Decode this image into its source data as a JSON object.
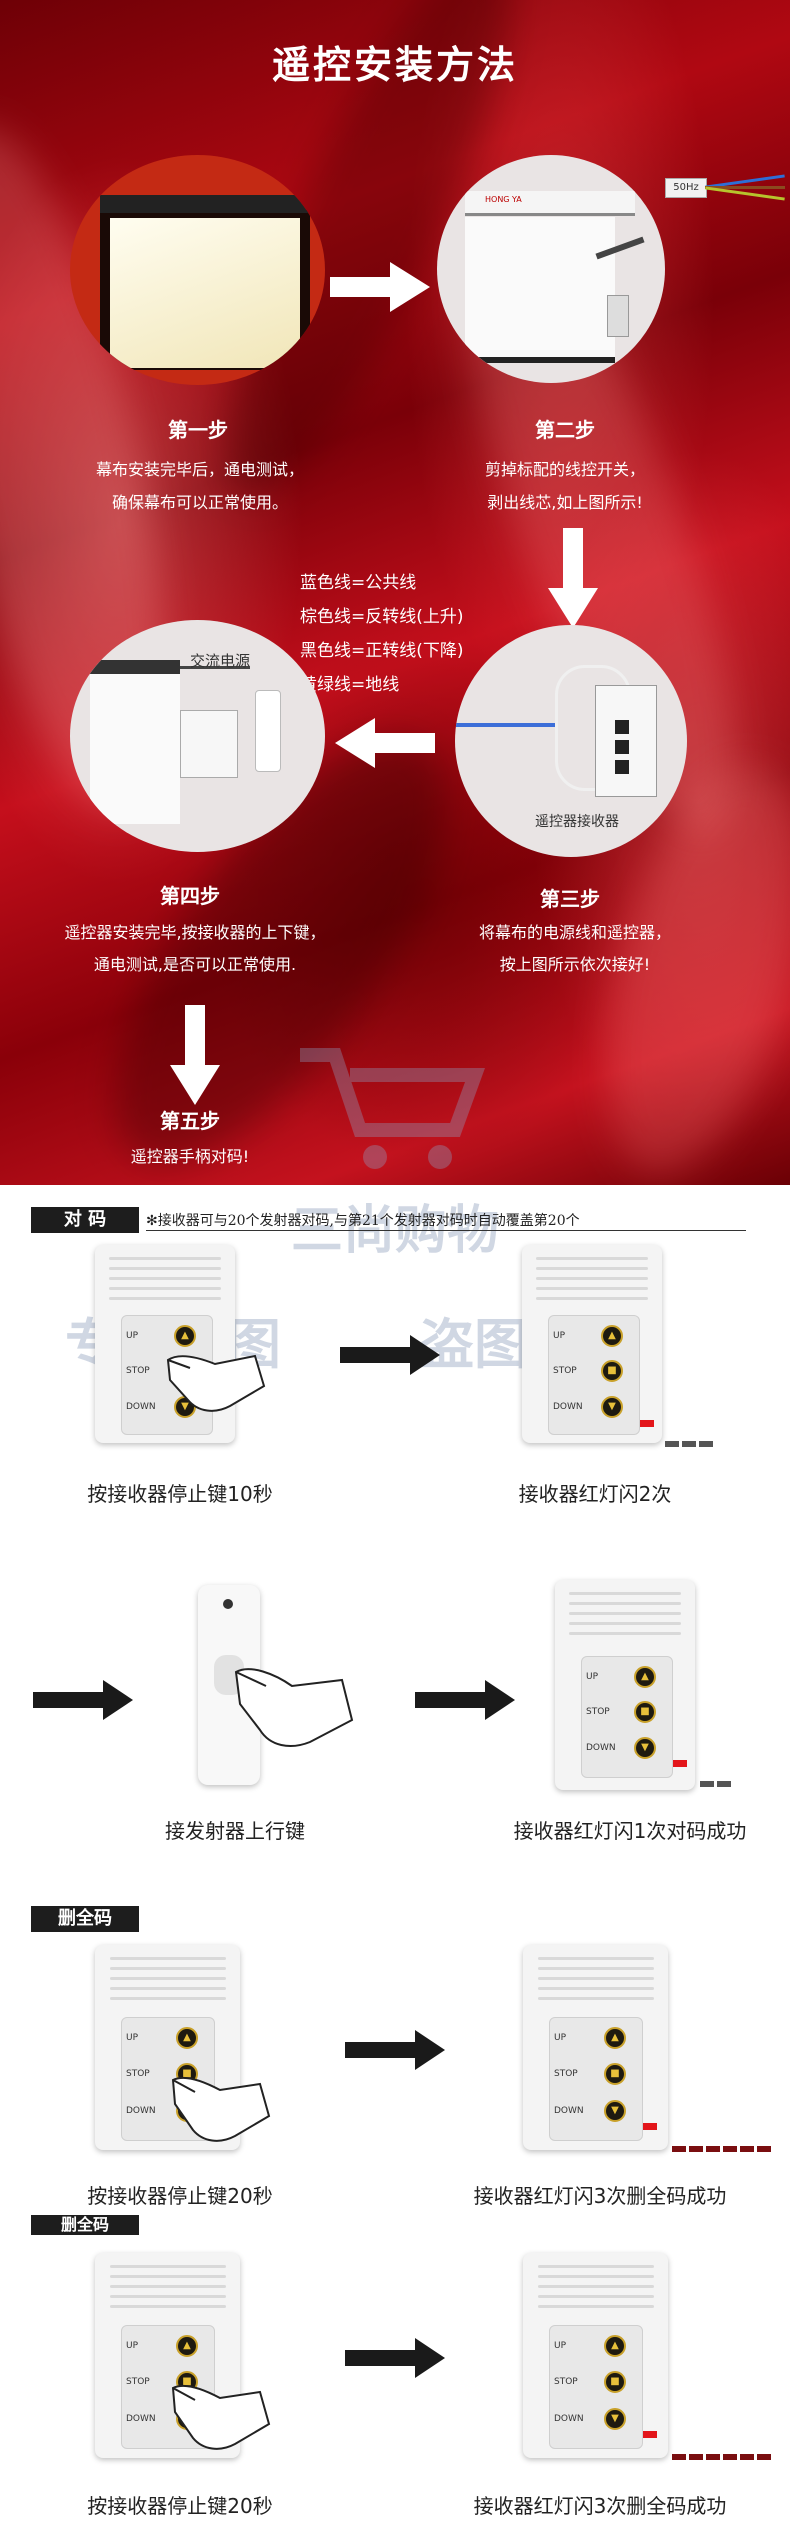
{
  "title": "遥控安装方法",
  "steps": {
    "s1": {
      "title": "第一步",
      "line1": "幕布安装完毕后，通电测试，",
      "line2": "确保幕布可以正常使用。"
    },
    "s2": {
      "title": "第二步",
      "line1": "剪掉标配的线控开关，",
      "line2": "剥出线芯,如上图所示!"
    },
    "s3": {
      "title": "第三步",
      "line1": "将幕布的电源线和遥控器，",
      "line2": "按上图所示依次接好!"
    },
    "s4": {
      "title": "第四步",
      "line1": "遥控器安装完毕,按接收器的上下键，",
      "line2": "通电测试,是否可以正常使用."
    },
    "s5": {
      "title": "第五步",
      "line1": "遥控器手柄对码!"
    }
  },
  "wires": [
    "蓝色线=公共线",
    "棕色线=反转线(上升)",
    "黑色线=正转线(下降)",
    "黄绿线=地线"
  ],
  "photo_labels": {
    "ac_power": "交流电源",
    "receiver": "遥控器接收器",
    "hz": "50Hz",
    "brand": "HONG YA"
  },
  "watermarks": {
    "brand": "三尚购物",
    "line1": "专属主图",
    "line2": "盗图必究"
  },
  "pairing": {
    "header": "对 码",
    "note": "✻接收器可与20个发射器对码,与第21个发射器对码时自动覆盖第20个",
    "cap1": "按接收器停止键10秒",
    "cap2": "接收器红灯闪2次",
    "cap3": "接发射器上行键",
    "cap4": "接收器红灯闪1次对码成功"
  },
  "delete1": {
    "header": "删全码",
    "cap1": "按接收器停止键20秒",
    "cap2": "接收器红灯闪3次删全码成功"
  },
  "delete2": {
    "header": "删全码",
    "cap1": "按接收器停止键20秒",
    "cap2": "接收器红灯闪3次删全码成功"
  },
  "buttons": {
    "up": "UP",
    "stop": "STOP",
    "down": "DOWN"
  },
  "colors": {
    "silk": "#b00812",
    "arrow": "#ffffff",
    "led": "#e3151a",
    "button_ring": "#c9a12a"
  }
}
